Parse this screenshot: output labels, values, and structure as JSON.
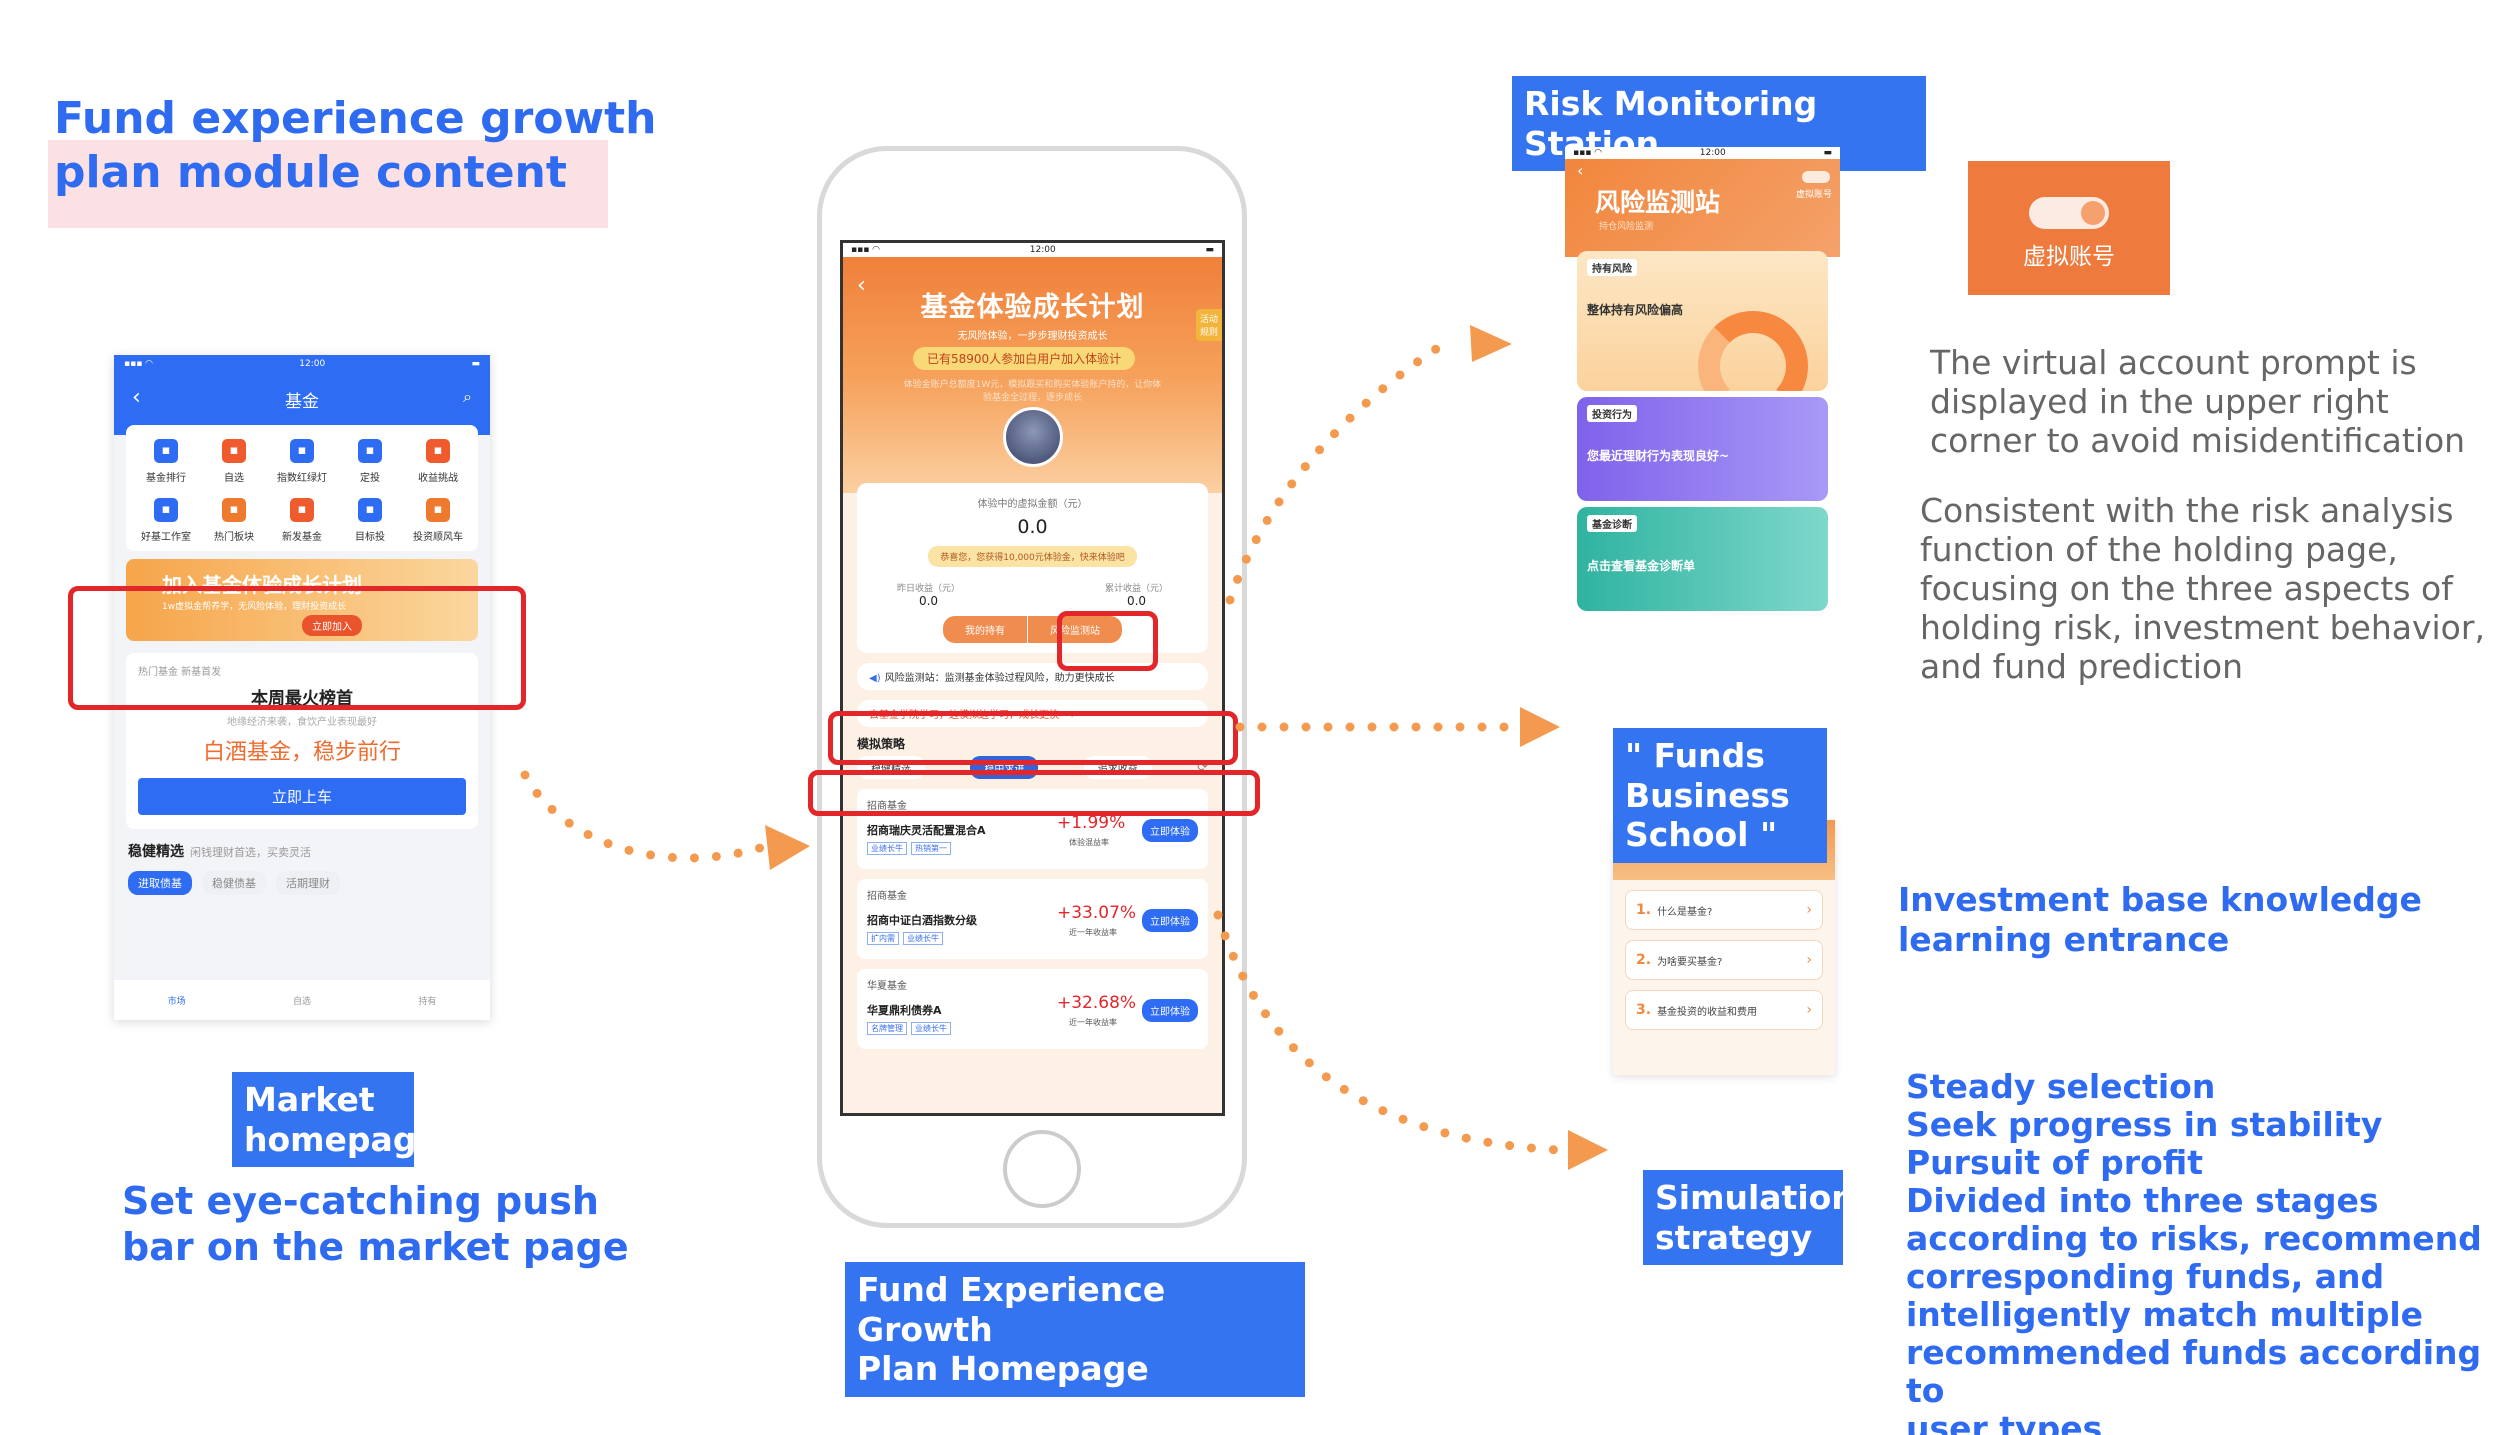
{
  "page_title": "Fund experience growth plan module content",
  "page_title_line1": "Fund experience growth",
  "page_title_line2": "plan module content",
  "colors": {
    "accent_blue": "#3574f0",
    "orange": "#ee7a3e",
    "highlight_red": "#e3262a"
  },
  "market": {
    "tag_line1": "Market",
    "tag_line2": "homepag",
    "caption_line1": "Set eye-catching push",
    "caption_line2": "bar on the market page",
    "screen": {
      "time": "12:00",
      "title": "基金",
      "grid": [
        {
          "label": "基金排行",
          "icon": "list-icon",
          "color": "#2d6cf3"
        },
        {
          "label": "自选",
          "icon": "plus-icon",
          "color": "#ef5b2d"
        },
        {
          "label": "指数红绿灯",
          "icon": "traffic-light-icon",
          "color": "#2d6cf3"
        },
        {
          "label": "定投",
          "icon": "calendar-icon",
          "color": "#2d6cf3"
        },
        {
          "label": "收益挑战",
          "icon": "trophy-icon",
          "color": "#ef5b2d"
        },
        {
          "label": "好基工作室",
          "icon": "chart-icon",
          "color": "#2d6cf3"
        },
        {
          "label": "热门板块",
          "icon": "blocks-icon",
          "color": "#ef7a2d"
        },
        {
          "label": "新发基金",
          "icon": "new-icon",
          "color": "#ef5b2d"
        },
        {
          "label": "目标投",
          "icon": "tower-icon",
          "color": "#2d6cf3"
        },
        {
          "label": "投资顺风车",
          "icon": "car-icon",
          "color": "#ef7a2d"
        }
      ],
      "banner_title": "加入基金体验成长计划",
      "banner_sub": "1w虚拟金帮养学，无风险体验，理财投资成长",
      "banner_button": "立即加入",
      "hot_label": "热门基金 新基首发",
      "hot_title": "本周最火榜首",
      "hot_sub": "地缘经济来袭，食饮产业表现最好",
      "hot_big": "白酒基金，稳步前行",
      "hot_button": "立即上车",
      "steady_title": "稳健精选",
      "steady_sub": "闲钱理财首选，买卖灵活",
      "pills": [
        "进取债基",
        "稳健债基",
        "活期理财"
      ],
      "tabbar": [
        "市场",
        "自选",
        "持有"
      ]
    }
  },
  "center": {
    "tag_line1": "Fund Experience Growth",
    "tag_line2": "Plan Homepage",
    "screen": {
      "time": "12:00",
      "title": "基金体验成长计划",
      "subtitle": "无风险体验，一步步理财投资成长",
      "participants": "已有58900人参加白用户加入体验计",
      "rule": "活动规则",
      "desc": "体验金账户总额度1W元，模拟跟买和购买体验账户持的，让你体验基金全过程，逐步成长",
      "virtual_label": "体验中的虚拟金额（元）",
      "virtual_amount": "0.0",
      "tip": "恭喜您，您获得10,000元体验金，快来体验吧",
      "yesterday_label": "昨日收益（元）",
      "yesterday_value": "0.0",
      "total_label": "累计收益（元）",
      "total_value": "0.0",
      "btn_holding": "我的持有",
      "btn_risk": "风险监测站",
      "notice": "风险监测站：监测基金体验过程风险，助力更快成长",
      "school": "去基金学院学习，边模拟边学习，成长更快~",
      "strategy": "模拟策略",
      "tabs": [
        "稳健精选",
        "稳中求进",
        "追求收益"
      ],
      "funds": [
        {
          "company": "招商基金",
          "name": "招商瑞庆灵活配置混合A",
          "tags": [
            "业绩长牛",
            "热销第一"
          ],
          "rate": "+1.99%",
          "rate_label": "体验混益率",
          "button": "立即体验"
        },
        {
          "company": "招商基金",
          "name": "招商中证白酒指数分级",
          "tags": [
            "扩内需",
            "业绩长牛"
          ],
          "rate": "+33.07%",
          "rate_label": "近一年收益率",
          "button": "立即体验"
        },
        {
          "company": "华夏基金",
          "name": "华夏鼎利债券A",
          "tags": [
            "名牌管理",
            "业绩长牛"
          ],
          "rate": "+32.68%",
          "rate_label": "近一年收益率",
          "button": "立即体验"
        }
      ]
    }
  },
  "risk": {
    "tag": "Risk Monitoring Station",
    "screen": {
      "time": "12:00",
      "title": "风险监测站",
      "subtitle": "持仓风险监测",
      "toggle_label": "虚拟账号",
      "cards": [
        {
          "label": "持有风险",
          "headline": "整体持有风险偏高"
        },
        {
          "label": "投资行为",
          "headline": "您最近理财行为表现良好~"
        },
        {
          "label": "基金诊断",
          "headline": "点击查看基金诊断单"
        }
      ]
    },
    "virtual_account_label": "虚拟账号",
    "virtual_note_line1": "The virtual account prompt is",
    "virtual_note_line2": "displayed in the upper right",
    "virtual_note_line3": "corner to avoid misidentification",
    "consistent_line1": "Consistent with the risk analysis",
    "consistent_line2": "function of the holding page,",
    "consistent_line3": "focusing on the three aspects of",
    "consistent_line4": "holding risk, investment behavior,",
    "consistent_line5": "and fund prediction"
  },
  "school": {
    "tag_line1": "\" Funds",
    "tag_line2": "Business",
    "tag_line3": "School \"",
    "desc_line1": "Investment base knowledge",
    "desc_line2": "learning entrance",
    "questions": [
      {
        "n": "1.",
        "q": "什么是基金?"
      },
      {
        "n": "2.",
        "q": "为啥要买基金?"
      },
      {
        "n": "3.",
        "q": "基金投资的收益和费用"
      }
    ]
  },
  "simulation": {
    "tag_line1": "Simulation",
    "tag_line2": "strategy",
    "desc_lines": [
      "Steady selection",
      "Seek progress in stability",
      "Pursuit of profit",
      "Divided into three stages",
      "according to risks, recommend",
      "corresponding funds, and",
      "intelligently match multiple",
      "recommended funds according to",
      "user types"
    ]
  }
}
